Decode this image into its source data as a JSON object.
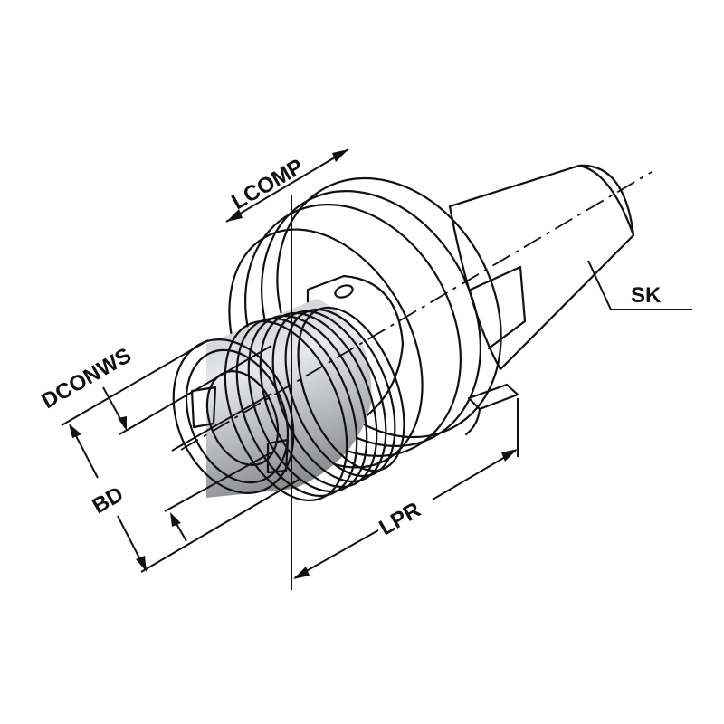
{
  "diagram": {
    "subject": "tool holder",
    "colors": {
      "metal_light": "#f2f2f4",
      "metal_mid": "#c9cacf",
      "metal_dark": "#8e9096",
      "line": "#111111",
      "background": "#ffffff"
    },
    "labels": {
      "lcomp": "LCOMP",
      "dconws": "DCONWS",
      "bd": "BD",
      "lpr": "LPR",
      "sk": "SK"
    }
  }
}
